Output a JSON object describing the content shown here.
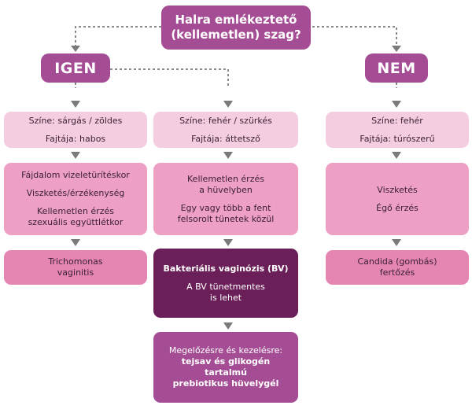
{
  "question": {
    "line1": "Halra emlékeztető",
    "line2": "(kellemetlen) szag?"
  },
  "answers": {
    "yes": "IGEN",
    "no": "NEM"
  },
  "col1": {
    "attrs": {
      "line1": "Színe: sárgás / zöldes",
      "line2": "Fajtája: habos"
    },
    "symptoms": {
      "line1": "Fájdalom vizeletürítéskor",
      "line2": "Viszketés/érzékenység",
      "line3": "Kellemetlen érzés",
      "line4": "szexuális együttlétkor"
    },
    "result": {
      "line1": "Trichomonas",
      "line2": "vaginitis"
    }
  },
  "col2": {
    "attrs": {
      "line1": "Színe: fehér / szürkés",
      "line2": "Fajtája: áttetsző"
    },
    "symptoms": {
      "line1": "Kellemetlen érzés",
      "line2": "a hüvelyben",
      "line3": "Egy vagy több a fent",
      "line4": "felsorolt tünetek közül"
    },
    "result": {
      "title": "Bakteriális vaginózis (BV)",
      "line1": "A BV tünetmentes",
      "line2": "is lehet"
    },
    "advice": {
      "line1": "Megelőzésre és kezelésre:",
      "line2": "tejsav és glikogén",
      "line3": "tartalmú",
      "line4": "prebiotikus hüvelygél"
    }
  },
  "col3": {
    "attrs": {
      "line1": "Színe: fehér",
      "line2": "Fajtája: túrószerű"
    },
    "symptoms": {
      "line1": "Viszketés",
      "line2": "Égő érzés"
    },
    "result": {
      "line1": "Candida (gombás)",
      "line2": "fertőzés"
    }
  },
  "colors": {
    "purple": "#a44d94",
    "deep_purple": "#6b1f58",
    "light_pink": "#f5cde0",
    "mid_pink": "#eea0c4",
    "dark_pink": "#e585b2",
    "arrow_gray": "#7a7a7a"
  }
}
